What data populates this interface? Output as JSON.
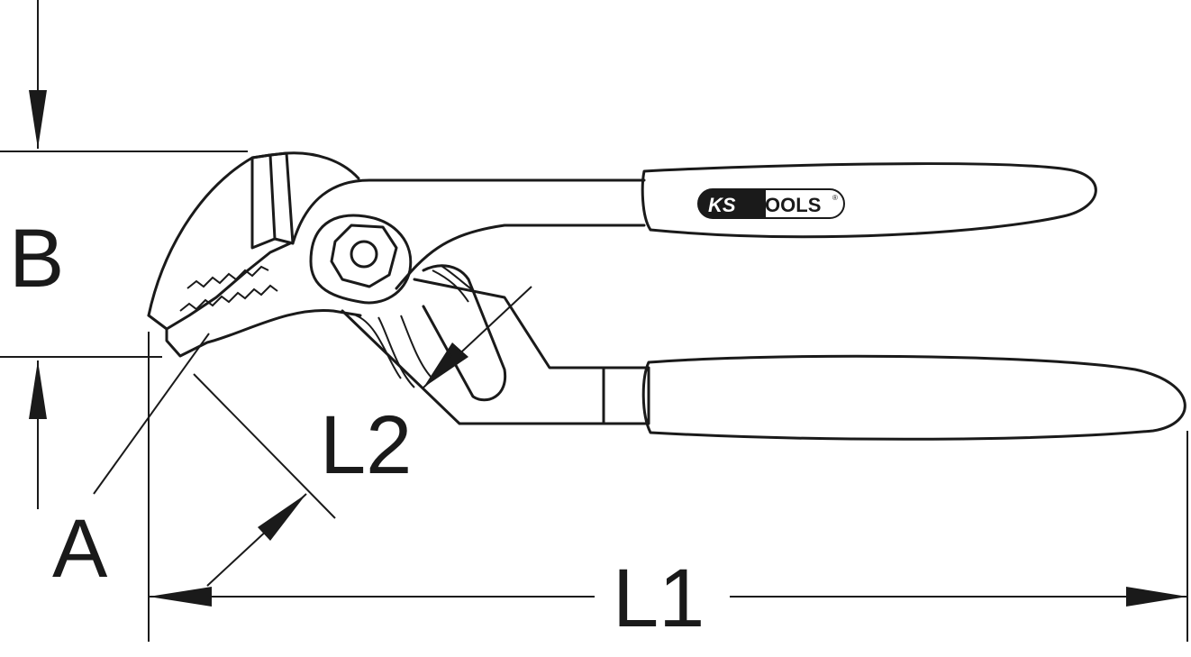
{
  "labels": {
    "A": "A",
    "B": "B",
    "L1": "L1",
    "L2": "L2"
  },
  "logo": {
    "ks": "KS",
    "tools": "TOOLS",
    "registered": "®"
  },
  "colors": {
    "line": "#1a1a1a",
    "background": "#ffffff"
  }
}
